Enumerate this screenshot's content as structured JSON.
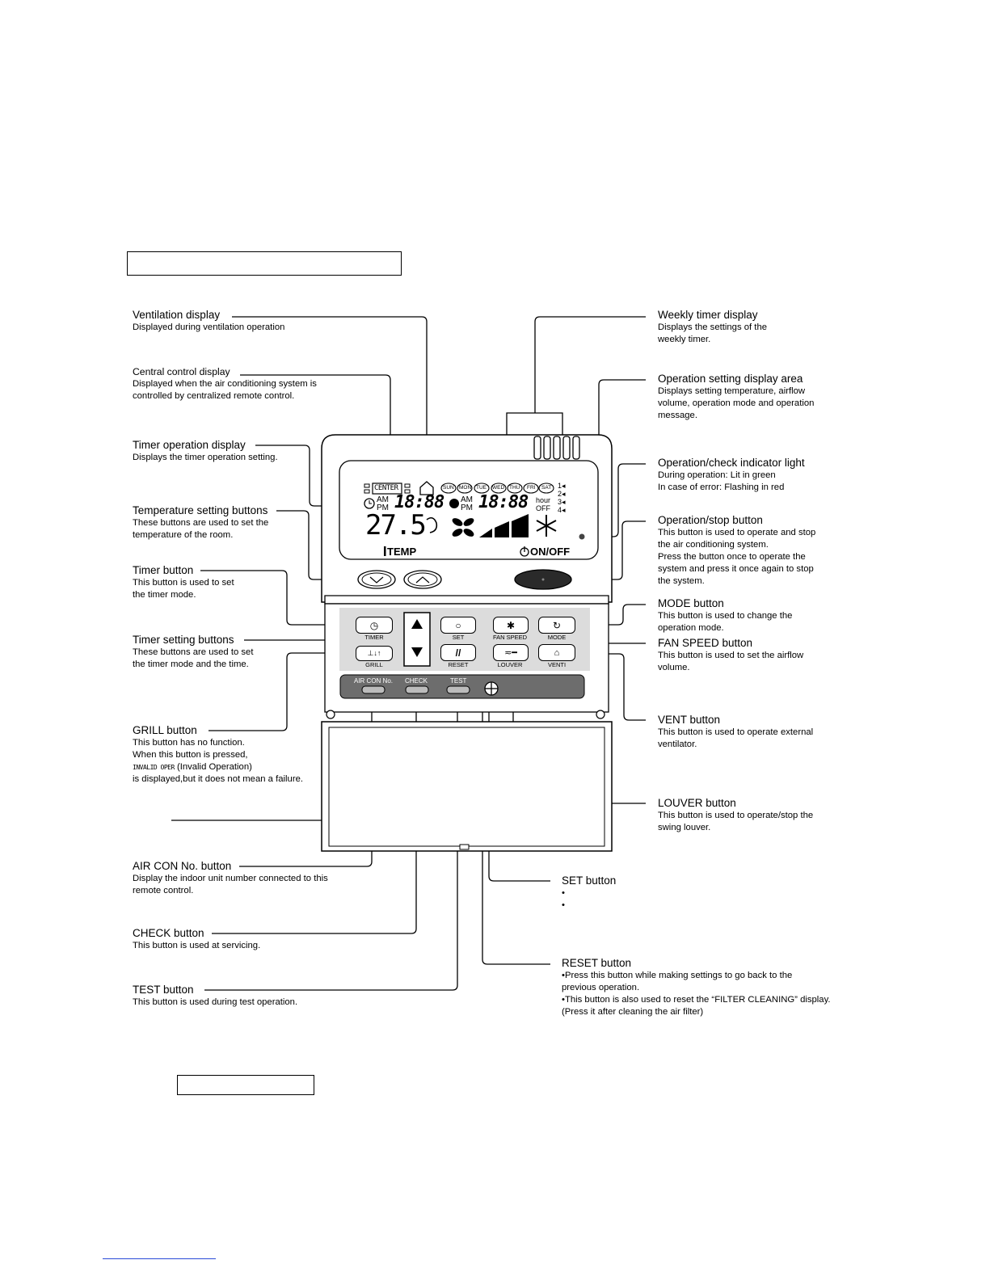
{
  "labels": {
    "ventilation": {
      "title": "Ventilation display",
      "desc": [
        "Displayed during ventilation operation"
      ]
    },
    "central": {
      "title": "Central control display",
      "desc": [
        "Displayed when the air conditioning system is",
        "controlled by centralized remote control."
      ]
    },
    "timer_op": {
      "title": "Timer operation display",
      "desc": [
        "Displays the timer operation setting."
      ]
    },
    "temp_buttons": {
      "title": "Temperature setting buttons",
      "desc": [
        "These buttons are used to set the",
        "temperature of the room."
      ]
    },
    "timer_button": {
      "title": "Timer button",
      "desc": [
        "This button is used to set",
        "the timer mode."
      ]
    },
    "timer_setting": {
      "title": "Timer setting buttons",
      "desc": [
        "These buttons are used to set",
        "the timer mode and the time."
      ]
    },
    "grill": {
      "title": "GRILL button",
      "desc": [
        "This button has no function.",
        "When this button is pressed,",
        "(Invalid Operation)",
        "is displayed,but it does not mean a failure."
      ],
      "invalid_glyph": "INVALID OPER"
    },
    "air_con_no": {
      "title": "AIR CON No. button",
      "desc": [
        "Display the indoor unit number connected to this",
        "remote control."
      ]
    },
    "check": {
      "title": "CHECK button",
      "desc": [
        "This button is used at servicing."
      ]
    },
    "test": {
      "title": "TEST button",
      "desc": [
        "This button is used during test operation."
      ]
    },
    "weekly": {
      "title": "Weekly timer display",
      "desc": [
        "Displays the settings of the",
        "weekly timer."
      ]
    },
    "op_setting": {
      "title": "Operation setting display area",
      "desc": [
        "Displays setting temperature, airflow",
        "volume, operation mode and operation",
        "message."
      ]
    },
    "indicator": {
      "title": "Operation/check indicator light",
      "desc": [
        "During operation: Lit in green",
        "In case of error: Flashing in red"
      ]
    },
    "onoff": {
      "title": "Operation/stop button",
      "desc": [
        "This button is used to operate and stop",
        "the air conditioning system.",
        "Press the button once to operate the",
        "system and press it once again to stop",
        "the system."
      ]
    },
    "mode": {
      "title": "MODE button",
      "desc": [
        "This button is used to change the",
        "operation mode."
      ]
    },
    "fan_speed": {
      "title": "FAN SPEED button",
      "desc": [
        "This button is used to set the airflow",
        "volume."
      ]
    },
    "vent": {
      "title": "VENT button",
      "desc": [
        "This button is used to operate external",
        "ventilator."
      ]
    },
    "louver": {
      "title": "LOUVER button",
      "desc": [
        "This button is used to operate/stop the",
        "swing louver."
      ]
    },
    "set": {
      "title": "SET button",
      "desc": [
        "•",
        "•"
      ]
    },
    "reset": {
      "title": "RESET button",
      "desc": [
        "•Press this button while making settings to go back to the",
        "previous operation.",
        "•This button is also used to reset the “FILTER CLEANING” display.",
        "(Press it after cleaning the air filter)"
      ]
    }
  },
  "remote": {
    "center": "CENTER",
    "days": [
      "SUN",
      "MON",
      "TUE",
      "WED",
      "THU",
      "FRI",
      "SAT"
    ],
    "timer_nums": [
      "1",
      "2",
      "3",
      "4"
    ],
    "am": "AM",
    "pm": "PM",
    "time1": "18:88",
    "time2": "18:88",
    "hour": "hour",
    "off": "OFF",
    "temp_value": "27.5",
    "temp_label": "TEMP",
    "onoff_label": "ON/OFF",
    "buttons": {
      "timer": "TIMER",
      "grill": "GRILL",
      "set": "SET",
      "reset": "RESET",
      "fan_speed": "FAN SPEED",
      "mode": "MODE",
      "louver": "LOUVER",
      "venti": "VENTI",
      "air_con_no": "AIR CON No.",
      "check": "CHECK",
      "test": "TEST"
    }
  }
}
